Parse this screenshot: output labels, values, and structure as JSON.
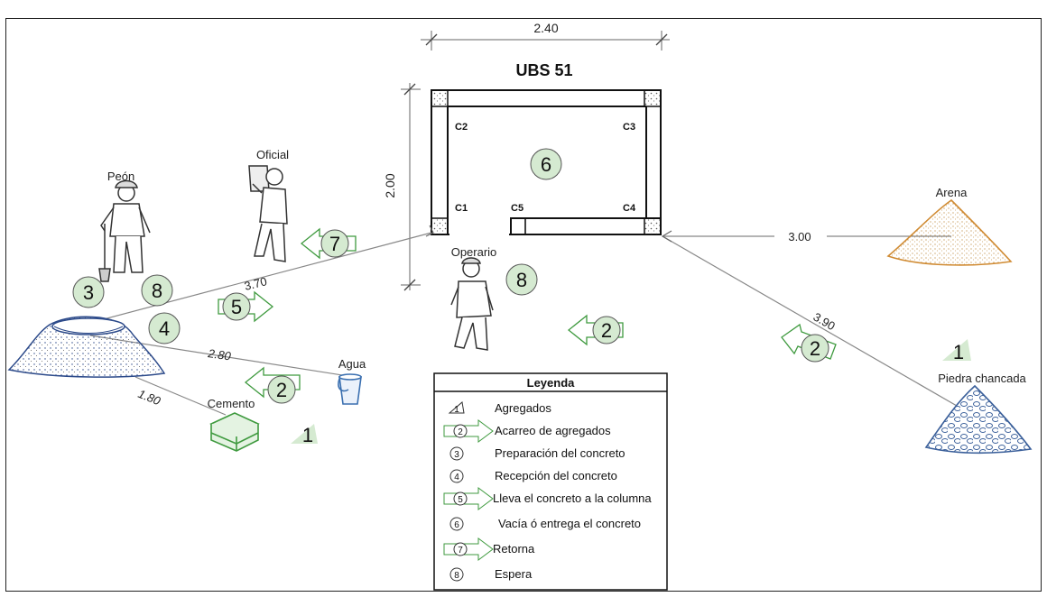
{
  "title": "UBS 51",
  "dimensions": {
    "width_top": "2.40",
    "height_left": "2.00",
    "d_arena": "3.00",
    "d_piedra": "3.90",
    "d_mezcla_columna": "3.70",
    "d_agua": "2.80",
    "d_cemento": "1.80"
  },
  "columns": {
    "c1": "C1",
    "c2": "C2",
    "c3": "C3",
    "c4": "C4",
    "c5": "C5"
  },
  "labels": {
    "peon": "Peón",
    "oficial": "Oficial",
    "operario": "Operario",
    "arena": "Arena",
    "agua": "Agua",
    "cemento": "Cemento",
    "piedra": "Piedra chancada"
  },
  "markers": {
    "n1": "1",
    "n2": "2",
    "n3": "3",
    "n4": "4",
    "n5": "5",
    "n6": "6",
    "n7": "7",
    "n8": "8"
  },
  "legend": {
    "title": "Leyenda",
    "items": [
      {
        "num": "1",
        "text": "Agregados"
      },
      {
        "num": "2",
        "text": "Acarreo de agregados"
      },
      {
        "num": "3",
        "text": "Preparación del concreto"
      },
      {
        "num": "4",
        "text": "Recepción del concreto"
      },
      {
        "num": "5",
        "text": "Lleva el concreto a la columna"
      },
      {
        "num": "6",
        "text": "Vacía ó entrega el concreto"
      },
      {
        "num": "7",
        "text": "Retorna"
      },
      {
        "num": "8",
        "text": "Espera"
      }
    ]
  },
  "colors": {
    "marker_fill": "#d5ead1",
    "marker_stroke": "#3b3b3b",
    "arena": "#d08b33",
    "piedra": "#3a5f9a",
    "mezcla": "#2c4a8a",
    "cemento": "#3f9a3f",
    "agua": "#3a6fb0"
  }
}
